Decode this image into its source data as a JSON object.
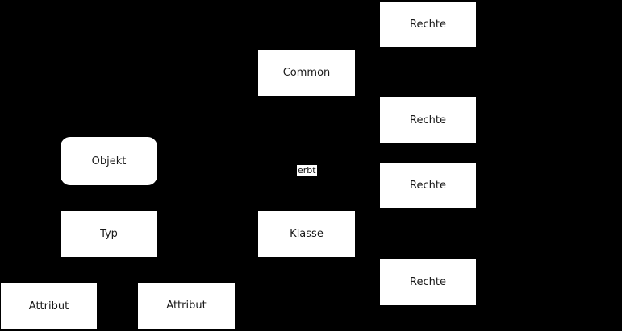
{
  "canvas": {
    "background_color": "#000000",
    "node_fill_color": "#ffffff",
    "node_text_color": "#1a1a1a"
  },
  "diagram": {
    "nodes": [
      {
        "id": "rechte-1",
        "label": "Rechte",
        "shape": "rectangle"
      },
      {
        "id": "common",
        "label": "Common",
        "shape": "rectangle"
      },
      {
        "id": "rechte-2",
        "label": "Rechte",
        "shape": "rectangle"
      },
      {
        "id": "objekt",
        "label": "Objekt",
        "shape": "rounded-rectangle"
      },
      {
        "id": "rechte-3",
        "label": "Rechte",
        "shape": "rectangle"
      },
      {
        "id": "typ",
        "label": "Typ",
        "shape": "rectangle"
      },
      {
        "id": "klasse",
        "label": "Klasse",
        "shape": "rectangle"
      },
      {
        "id": "rechte-4",
        "label": "Rechte",
        "shape": "rectangle"
      },
      {
        "id": "attribut-1",
        "label": "Attribut",
        "shape": "rectangle"
      },
      {
        "id": "attribut-2",
        "label": "Attribut",
        "shape": "rectangle"
      }
    ],
    "edge_labels": [
      {
        "id": "erbt",
        "label": "erbt"
      }
    ]
  }
}
